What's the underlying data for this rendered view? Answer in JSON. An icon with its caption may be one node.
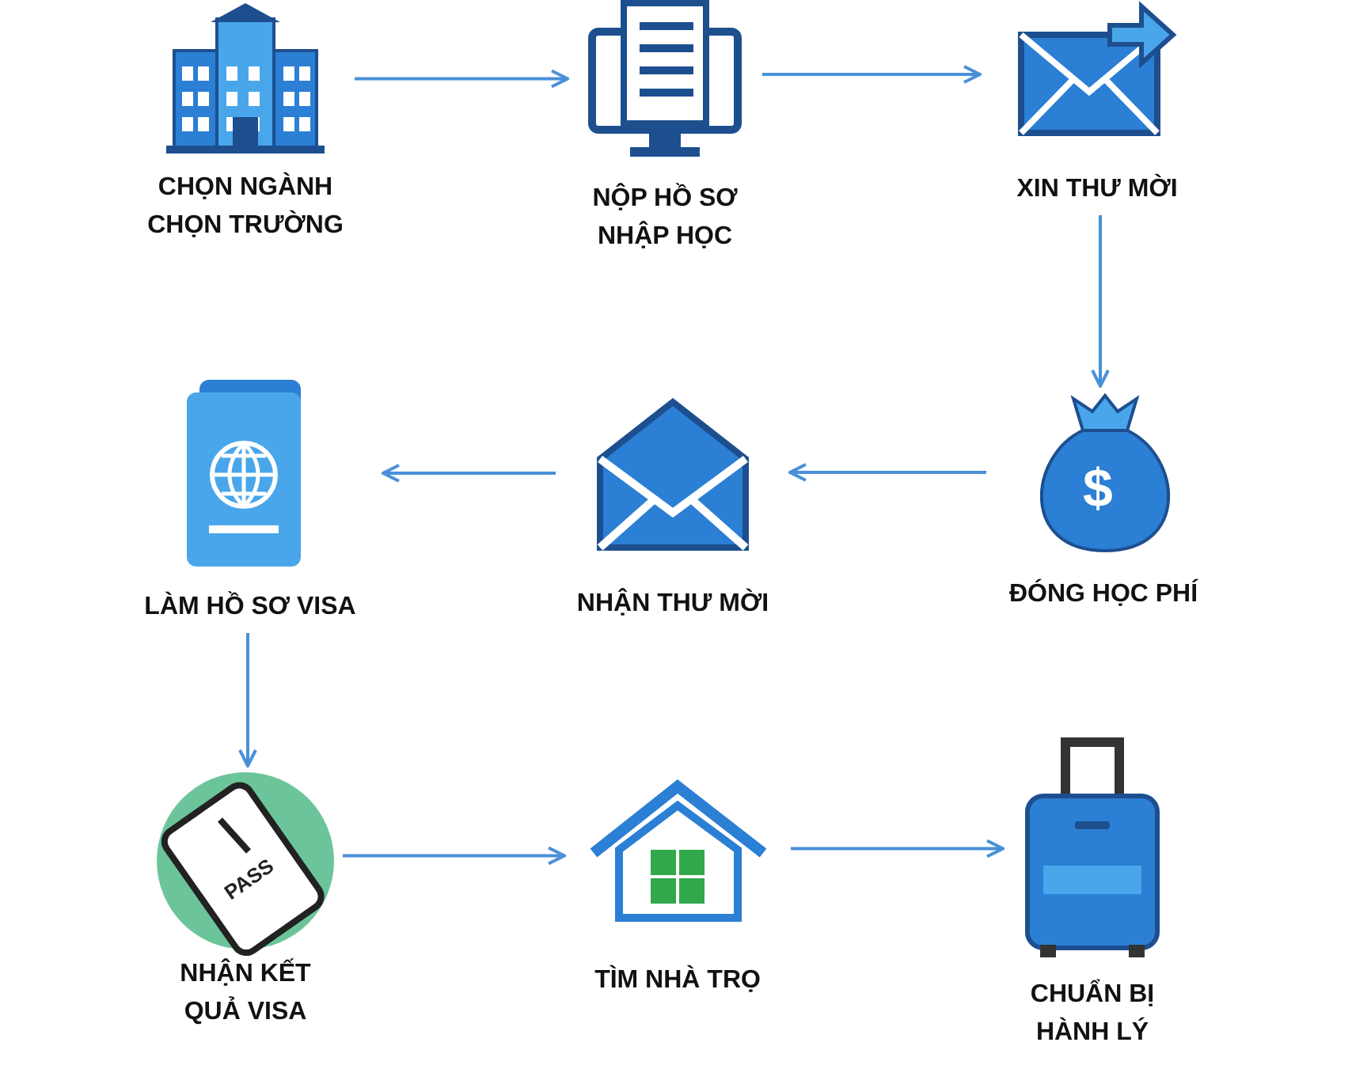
{
  "diagram": {
    "nodes": [
      {
        "text": [
          "CHỌN NGÀNH CHỌN TRƯỜNG"
        ]
      },
      {
        "text": [
          "NỘP HỒ SƠ NHẬP HỌC"
        ]
      },
      {
        "text": [
          "XIN THƯ MỜI"
        ]
      },
      {
        "text": [
          "ĐÓNG HỌC PHÍ"
        ]
      },
      {
        "text": [
          "NHẬN THƯ MỜI"
        ]
      },
      {
        "text": [
          "LÀM HỒ SƠ VISA"
        ]
      },
      {
        "text": [
          "NHẬN KẾT QUẢ VISA"
        ]
      },
      {
        "text": [
          "TÌM NHÀ TRỌ"
        ]
      },
      {
        "text": [
          "CHUẨN BỊ HÀNH LÝ"
        ]
      }
    ],
    "edges": [
      {
        "from": 0,
        "to": 1,
        "arrow": "to"
      },
      {
        "from": 1,
        "to": 2,
        "arrow": "to"
      },
      {
        "from": 2,
        "to": 3,
        "arrow": "to"
      },
      {
        "from": 3,
        "to": 4,
        "arrow": "to"
      },
      {
        "from": 4,
        "to": 5,
        "arrow": "to"
      },
      {
        "from": 5,
        "to": 6,
        "arrow": "to"
      },
      {
        "from": 6,
        "to": 7,
        "arrow": "to"
      },
      {
        "from": 7,
        "to": 8,
        "arrow": "to"
      }
    ],
    "labels": [
      "$",
      "PASS"
    ]
  }
}
